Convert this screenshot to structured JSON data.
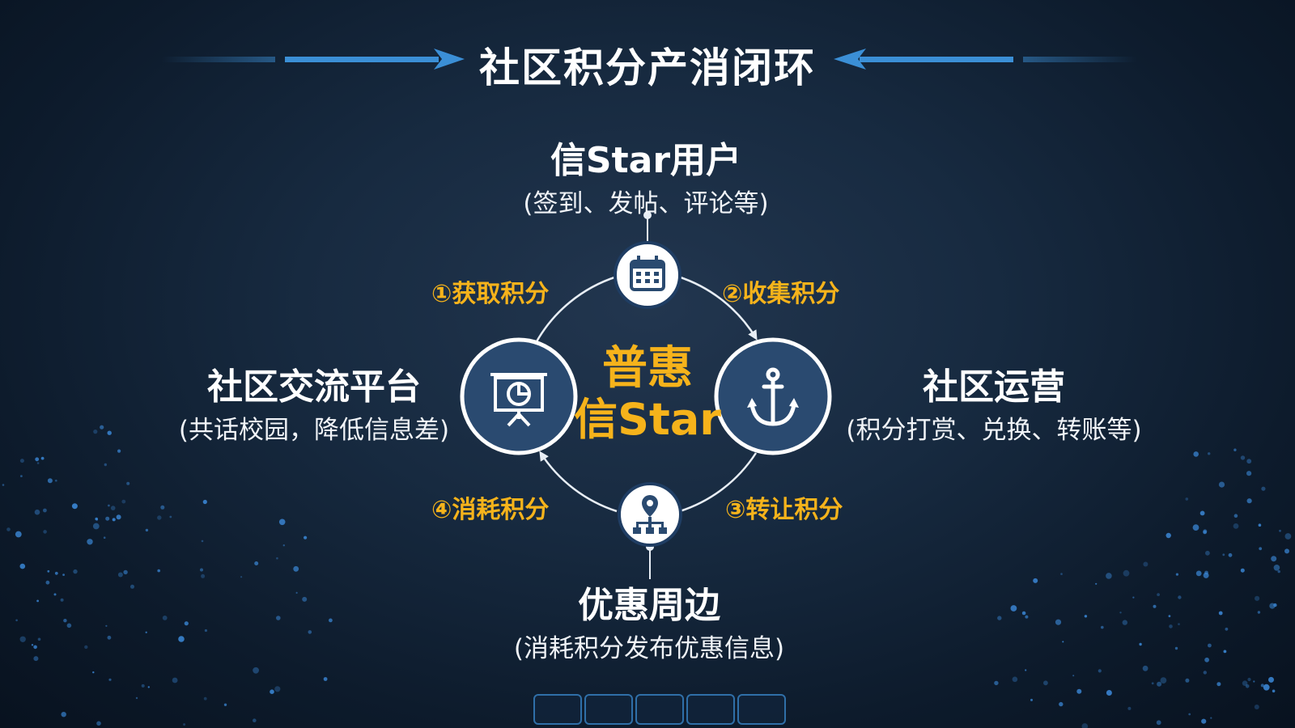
{
  "title": "社区积分产消闭环",
  "center": {
    "line1": "普惠",
    "line2": "信Star"
  },
  "nodes": {
    "top": {
      "title": "信Star用户",
      "sub": "(签到、发帖、评论等)",
      "icon": "calendar-icon"
    },
    "left": {
      "title": "社区交流平台",
      "sub": "(共话校园，降低信息差)",
      "icon": "presentation-chart-icon"
    },
    "right": {
      "title": "社区运营",
      "sub": "(积分打赏、兑换、转账等)",
      "icon": "anchor-icon"
    },
    "bottom": {
      "title": "优惠周边",
      "sub": "(消耗积分发布优惠信息)",
      "icon": "location-network-icon"
    }
  },
  "steps": [
    {
      "num": "①",
      "label": "获取积分"
    },
    {
      "num": "②",
      "label": "收集积分"
    },
    {
      "num": "③",
      "label": "转让积分"
    },
    {
      "num": "④",
      "label": "消耗积分"
    }
  ],
  "colors": {
    "accent": "#f6b31b",
    "circle_fill": "#2a4a70",
    "arrow_blue": "#3b8fd6"
  }
}
